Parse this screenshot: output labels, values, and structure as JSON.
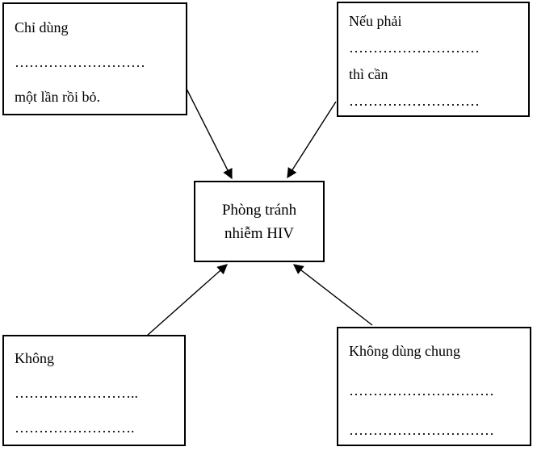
{
  "diagram": {
    "title": "Phòng tránh nhiễm HIV",
    "center_box": {
      "line1": "Phòng tránh",
      "line2": "nhiễm HIV"
    },
    "boxes": {
      "top_left": {
        "label": "Chỉ dùng",
        "blank1": "………………………",
        "suffix": "một lần rồi bỏ."
      },
      "top_right": {
        "label": "Nếu phải",
        "blank1": "………………………",
        "label2": "thì cần",
        "blank2": "………………………"
      },
      "bottom_left": {
        "label": "Không",
        "blank1": "……………………..",
        "blank2": "……………………."
      },
      "bottom_right": {
        "label": "Không dùng chung",
        "blank1": "…………………………",
        "blank2": "…………………………"
      }
    },
    "colors": {
      "line": "#000000",
      "text": "#000000",
      "background": "#ffffff"
    }
  }
}
